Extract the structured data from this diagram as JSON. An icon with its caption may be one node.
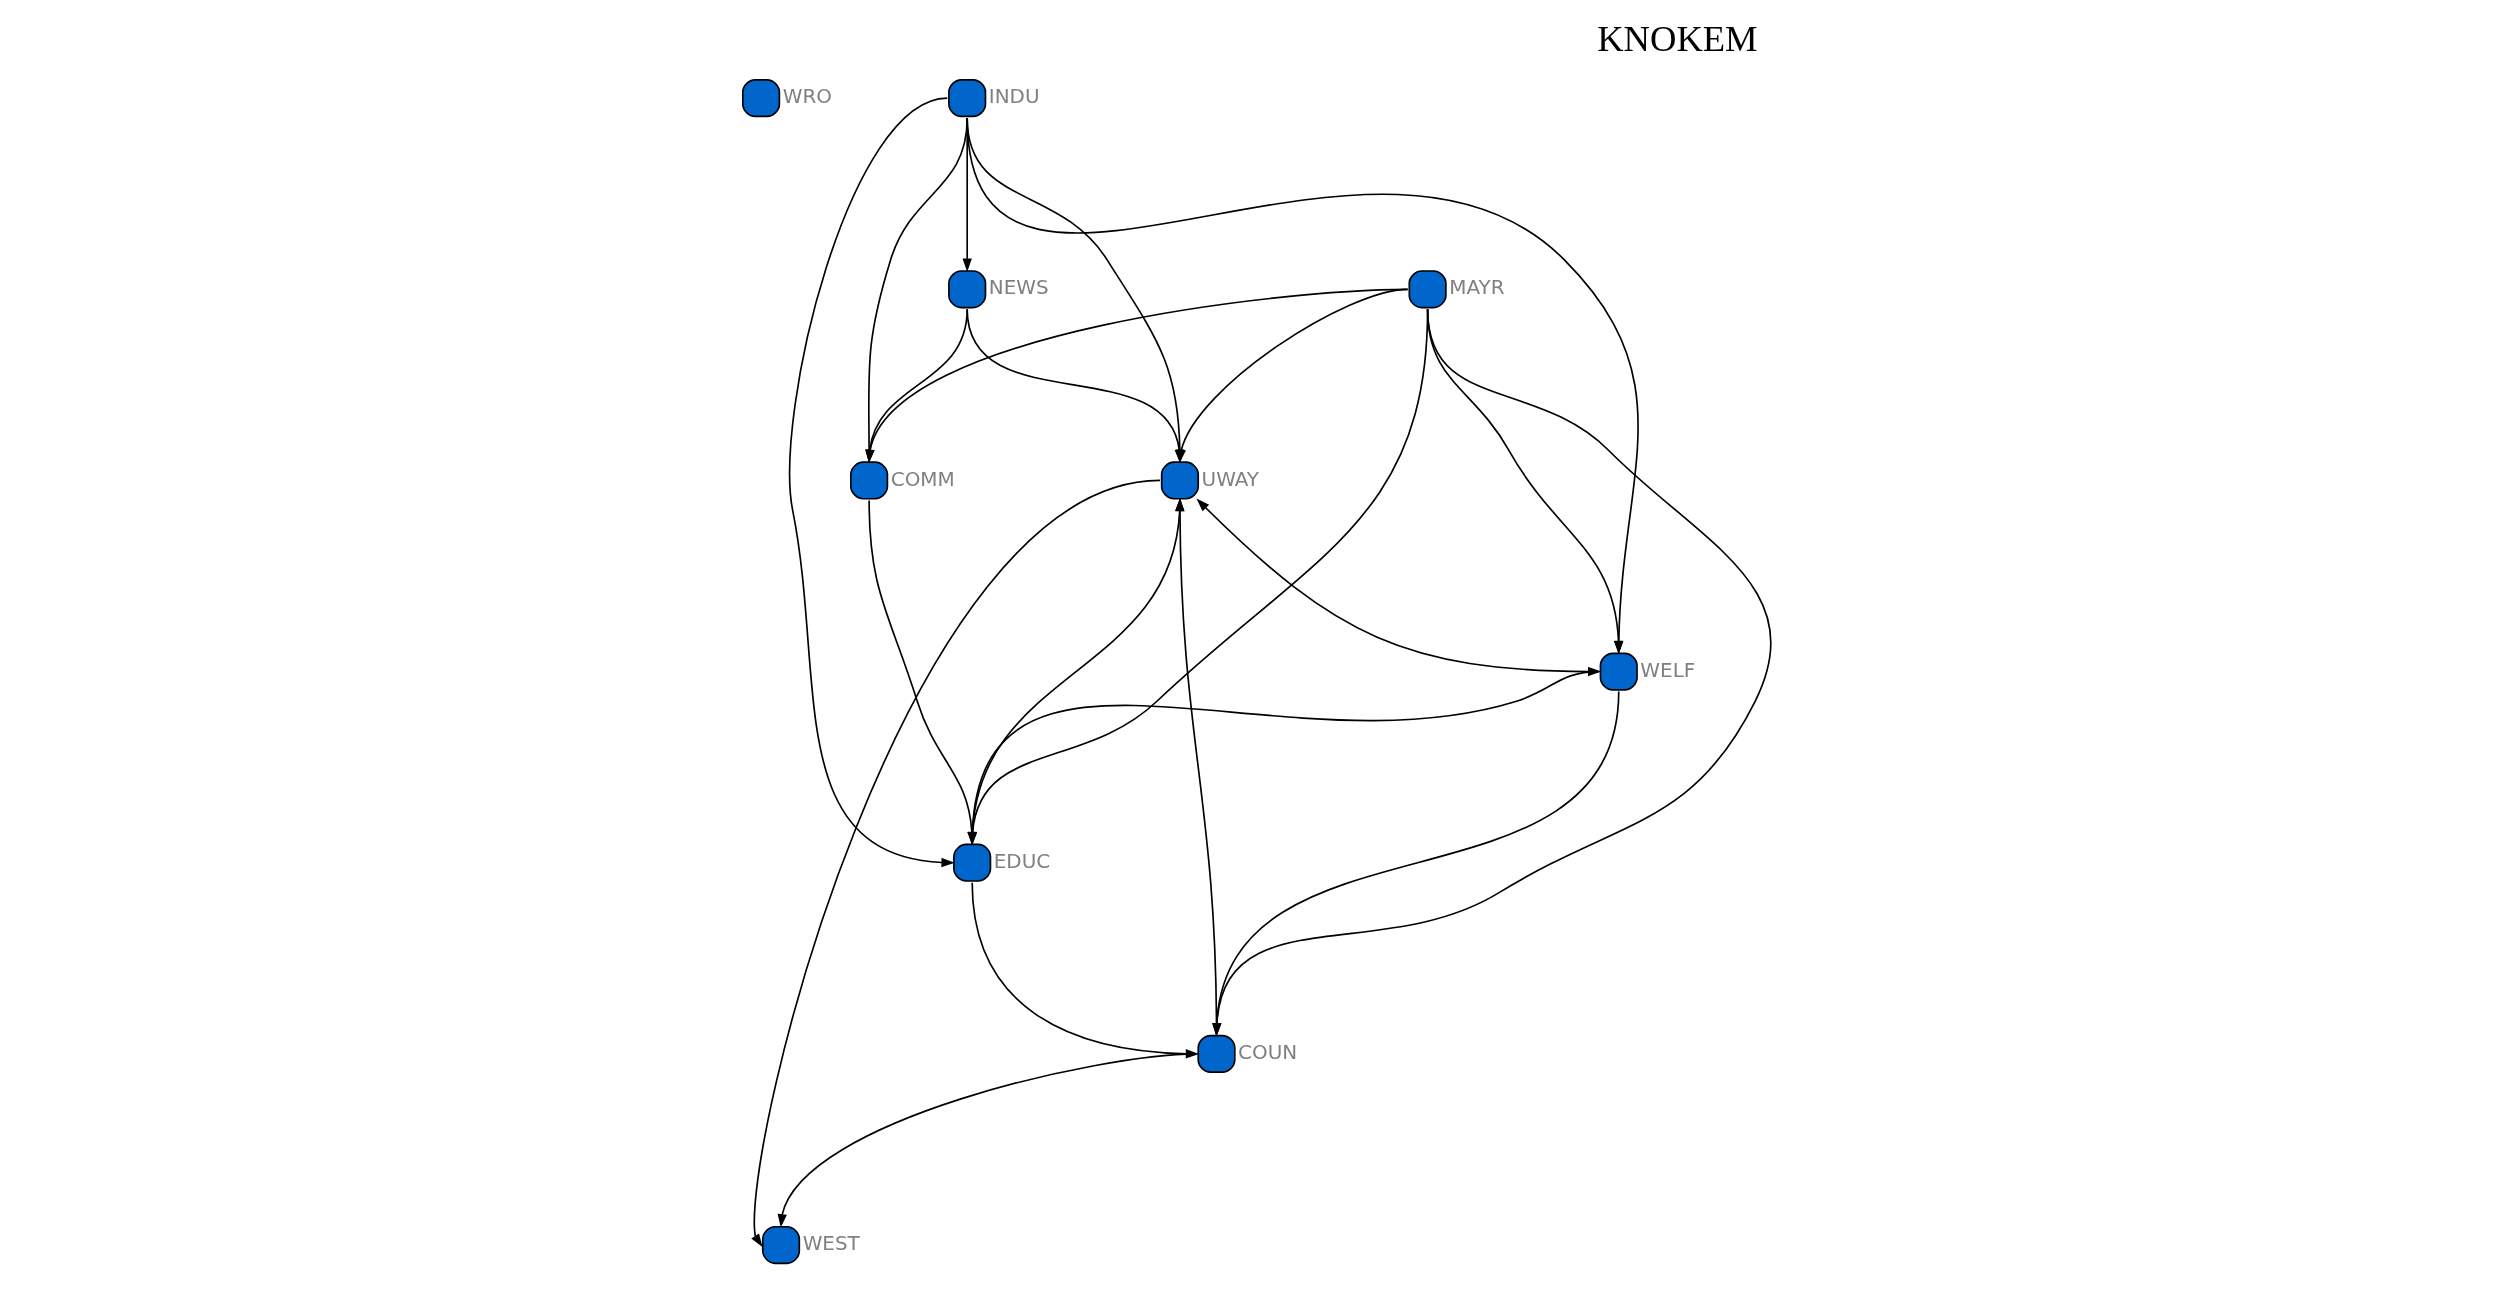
{
  "diagram": {
    "title": "KNOKEM",
    "nodes": [
      {
        "text": [],
        "shape": "box",
        "beside": [
          "WRO"
        ]
      },
      {
        "text": [],
        "shape": "box",
        "beside": [
          "NEWS"
        ]
      },
      {
        "text": [],
        "shape": "box",
        "beside": [
          "INDU"
        ]
      },
      {
        "text": [],
        "shape": "box",
        "beside": [
          "UWAY"
        ]
      },
      {
        "text": [],
        "shape": "box",
        "beside": [
          "WEST"
        ]
      },
      {
        "text": [],
        "shape": "box",
        "beside": [
          "COMM"
        ]
      },
      {
        "text": [],
        "shape": "box",
        "beside": [
          "EDUC"
        ]
      },
      {
        "text": [],
        "shape": "box",
        "beside": [
          "COUN"
        ]
      },
      {
        "text": [],
        "shape": "box",
        "beside": [
          "WELF"
        ]
      },
      {
        "text": [],
        "shape": "box",
        "beside": [
          "MAYR"
        ]
      }
    ],
    "edges": [
      {
        "from": 2,
        "to": 1,
        "arrow": "to"
      },
      {
        "from": 1,
        "to": 5,
        "arrow": "to"
      },
      {
        "from": 1,
        "to": 3,
        "arrow": "to"
      },
      {
        "from": 2,
        "to": 3,
        "arrow": "to"
      },
      {
        "from": 2,
        "to": 5,
        "arrow": "none"
      },
      {
        "from": 2,
        "to": 6,
        "arrow": "to"
      },
      {
        "from": 2,
        "to": 8,
        "arrow": "to"
      },
      {
        "from": 3,
        "to": 4,
        "arrow": "to"
      },
      {
        "from": 7,
        "to": 4,
        "arrow": "to"
      },
      {
        "from": 7,
        "to": 3,
        "arrow": "to"
      },
      {
        "from": 5,
        "to": 6,
        "arrow": "to"
      },
      {
        "from": 6,
        "to": 3,
        "arrow": "to"
      },
      {
        "from": 6,
        "to": 7,
        "arrow": "to"
      },
      {
        "from": 8,
        "to": 6,
        "arrow": "to"
      },
      {
        "from": 8,
        "to": 7,
        "arrow": "to"
      },
      {
        "from": 3,
        "to": 8,
        "arrow": "both"
      },
      {
        "from": 9,
        "to": 5,
        "arrow": "to"
      },
      {
        "from": 9,
        "to": 6,
        "arrow": "to"
      },
      {
        "from": 9,
        "to": 3,
        "arrow": "to"
      },
      {
        "from": 9,
        "to": 8,
        "arrow": "to"
      },
      {
        "from": 9,
        "to": 7,
        "arrow": "to"
      }
    ]
  }
}
